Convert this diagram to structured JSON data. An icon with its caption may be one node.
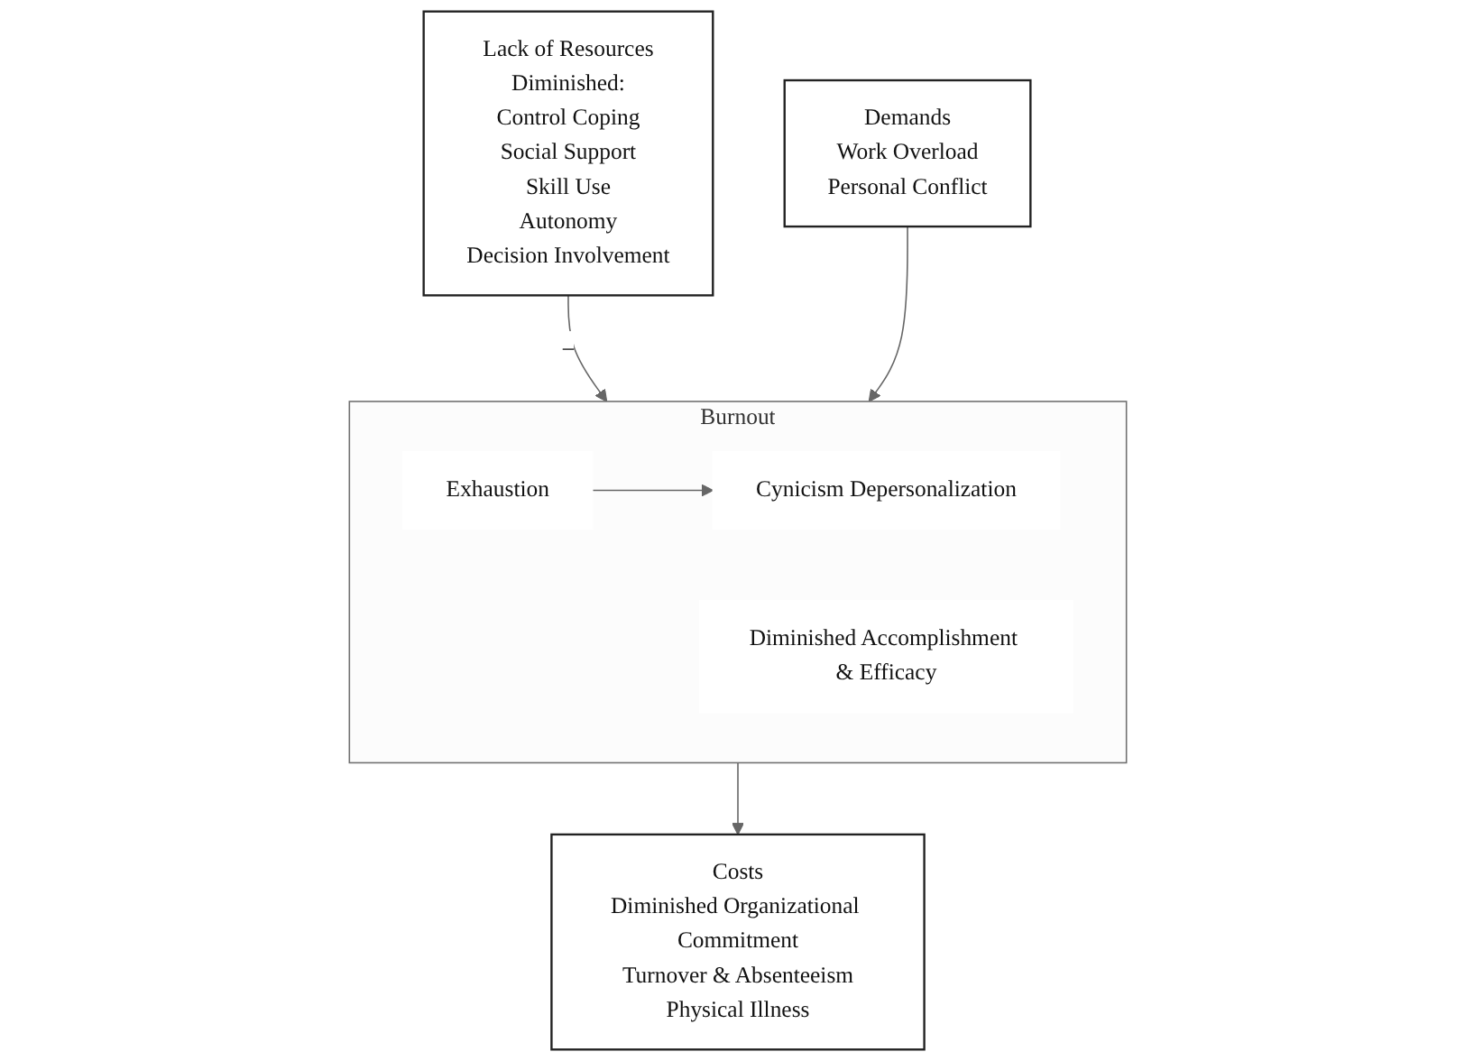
{
  "diagram": {
    "nodes": [
      {
        "text": [
          "Lack of Resources",
          "Diminished:",
          "Control Coping",
          "Social Support",
          "Skill Use",
          "Autonomy",
          "Decision Involvement"
        ]
      },
      {
        "text": [
          "Demands",
          "Work Overload",
          "Personal Conflict"
        ]
      },
      {
        "text": [
          "Burnout"
        ]
      },
      {
        "text": [
          "Exhaustion"
        ],
        "in": 2
      },
      {
        "text": [
          "Cynicism Depersonalization"
        ],
        "in": 2
      },
      {
        "text": [
          "Diminished Accomplishment & Efficacy"
        ],
        "in": 2
      },
      {
        "text": [
          "Costs",
          "Diminished Organizational Commitment",
          "Turnover & Absenteeism",
          "Physical Illness"
        ]
      }
    ],
    "edges": [
      {
        "from": 0,
        "to": 2,
        "arrow": "to",
        "label": "–"
      },
      {
        "from": 1,
        "to": 2,
        "arrow": "to"
      },
      {
        "from": 3,
        "to": 4,
        "arrow": "to"
      },
      {
        "from": 2,
        "to": 6,
        "arrow": "to"
      }
    ]
  }
}
